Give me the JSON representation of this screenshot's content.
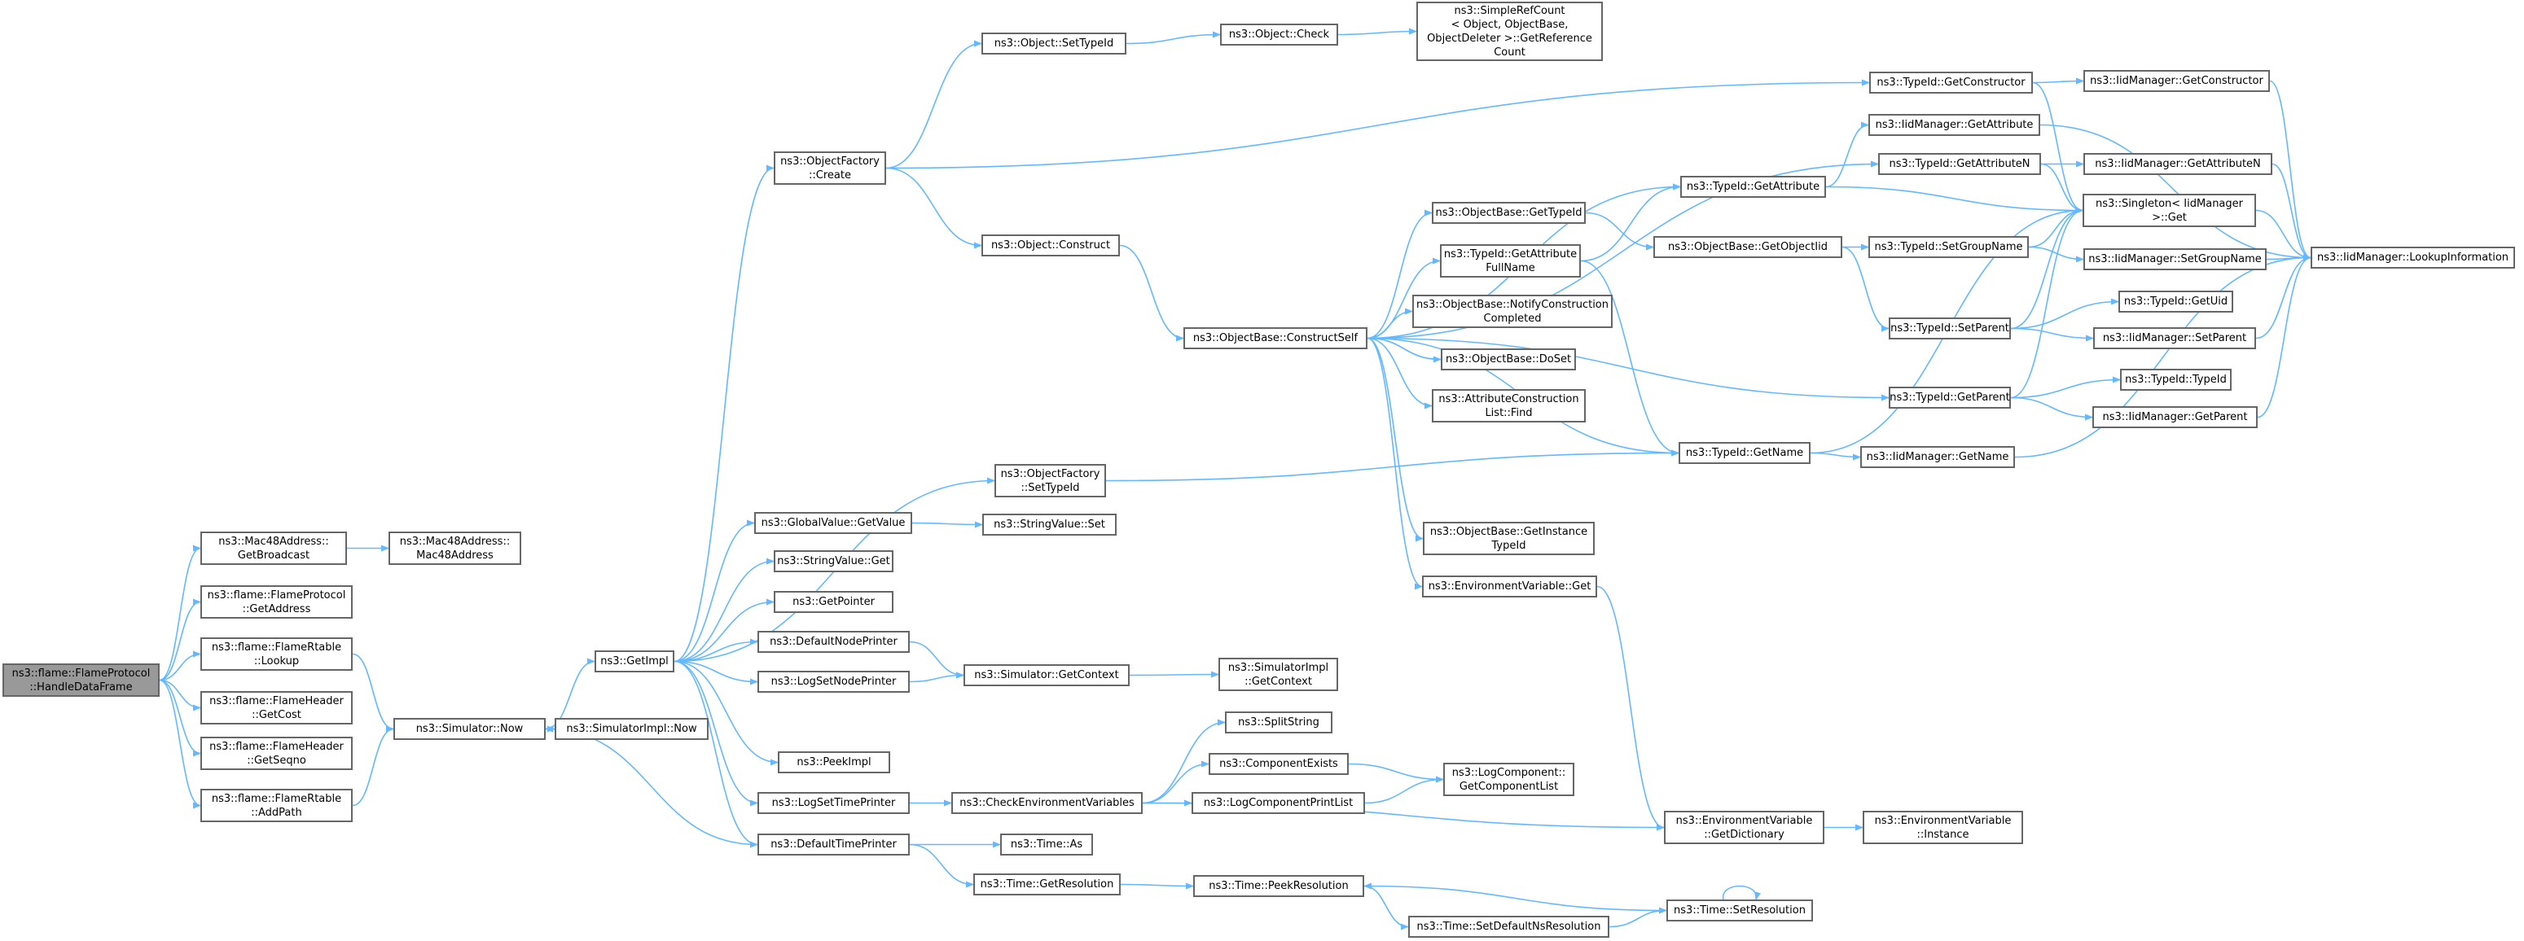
{
  "graph": {
    "edge_color": "#63b8ff",
    "node_border_color": "#666666",
    "root_fill_color": "#999999",
    "nodes": [
      {
        "id": "root",
        "lines": [
          "ns3::flame::FlameProtocol",
          "::HandleDataFrame"
        ]
      },
      {
        "id": "mac_getbroadcast",
        "lines": [
          "ns3::Mac48Address::",
          "GetBroadcast"
        ]
      },
      {
        "id": "mac_ctor",
        "lines": [
          "ns3::Mac48Address::",
          "Mac48Address"
        ]
      },
      {
        "id": "fp_getaddress",
        "lines": [
          "ns3::flame::FlameProtocol",
          "::GetAddress"
        ]
      },
      {
        "id": "frt_lookup",
        "lines": [
          "ns3::flame::FlameRtable",
          "::Lookup"
        ]
      },
      {
        "id": "fh_getcost",
        "lines": [
          "ns3::flame::FlameHeader",
          "::GetCost"
        ]
      },
      {
        "id": "fh_getseqno",
        "lines": [
          "ns3::flame::FlameHeader",
          "::GetSeqno"
        ]
      },
      {
        "id": "frt_addpath",
        "lines": [
          "ns3::flame::FlameRtable",
          "::AddPath"
        ]
      },
      {
        "id": "sim_now",
        "lines": [
          "ns3::Simulator::Now"
        ]
      },
      {
        "id": "simimpl_now",
        "lines": [
          "ns3::SimulatorImpl::Now"
        ]
      },
      {
        "id": "getimpl",
        "lines": [
          "ns3::GetImpl"
        ]
      },
      {
        "id": "of_create",
        "lines": [
          "ns3::ObjectFactory",
          "::Create"
        ]
      },
      {
        "id": "obj_settypeid",
        "lines": [
          "ns3::Object::SetTypeId"
        ]
      },
      {
        "id": "obj_check",
        "lines": [
          "ns3::Object::Check"
        ]
      },
      {
        "id": "srefcount",
        "lines": [
          "ns3::SimpleRefCount",
          "< Object, ObjectBase,",
          " ObjectDeleter >::GetReference",
          "Count"
        ]
      },
      {
        "id": "obj_construct",
        "lines": [
          "ns3::Object::Construct"
        ]
      },
      {
        "id": "ob_constructself",
        "lines": [
          "ns3::ObjectBase::ConstructSelf"
        ]
      },
      {
        "id": "ob_gettypeid",
        "lines": [
          "ns3::ObjectBase::GetTypeId"
        ]
      },
      {
        "id": "tid_getattrfullname",
        "lines": [
          "ns3::TypeId::GetAttribute",
          "FullName"
        ]
      },
      {
        "id": "ob_notifyconstruction",
        "lines": [
          "ns3::ObjectBase::NotifyConstruction",
          "Completed"
        ]
      },
      {
        "id": "ob_doset",
        "lines": [
          "ns3::ObjectBase::DoSet"
        ]
      },
      {
        "id": "acl_find",
        "lines": [
          "ns3::AttributeConstruction",
          "List::Find"
        ]
      },
      {
        "id": "ob_getinstancetypeid",
        "lines": [
          "ns3::ObjectBase::GetInstance",
          "TypeId"
        ]
      },
      {
        "id": "envvar_get",
        "lines": [
          "ns3::EnvironmentVariable::Get"
        ]
      },
      {
        "id": "tid_getconstructor",
        "lines": [
          "ns3::TypeId::GetConstructor"
        ]
      },
      {
        "id": "iid_getconstructor",
        "lines": [
          "ns3::IidManager::GetConstructor"
        ]
      },
      {
        "id": "iid_getattribute",
        "lines": [
          "ns3::IidManager::GetAttribute"
        ]
      },
      {
        "id": "tid_getattributen",
        "lines": [
          "ns3::TypeId::GetAttributeN"
        ]
      },
      {
        "id": "iid_getattributen",
        "lines": [
          "ns3::IidManager::GetAttributeN"
        ]
      },
      {
        "id": "tid_getattribute",
        "lines": [
          "ns3::TypeId::GetAttribute"
        ]
      },
      {
        "id": "singleton_get",
        "lines": [
          "ns3::Singleton< IidManager",
          " >::Get"
        ]
      },
      {
        "id": "ob_getobjectiid",
        "lines": [
          "ns3::ObjectBase::GetObjectIid"
        ]
      },
      {
        "id": "tid_setgroupname",
        "lines": [
          "ns3::TypeId::SetGroupName"
        ]
      },
      {
        "id": "iid_setgroupname",
        "lines": [
          "ns3::IidManager::SetGroupName"
        ]
      },
      {
        "id": "iid_lookupinfo",
        "lines": [
          "ns3::IidManager::LookupInformation"
        ]
      },
      {
        "id": "tid_setparent",
        "lines": [
          "ns3::TypeId::SetParent"
        ]
      },
      {
        "id": "tid_getuid",
        "lines": [
          "ns3::TypeId::GetUid"
        ]
      },
      {
        "id": "iid_setparent",
        "lines": [
          "ns3::IidManager::SetParent"
        ]
      },
      {
        "id": "tid_getparent",
        "lines": [
          "ns3::TypeId::GetParent"
        ]
      },
      {
        "id": "tid_typeid",
        "lines": [
          "ns3::TypeId::TypeId"
        ]
      },
      {
        "id": "iid_getparent",
        "lines": [
          "ns3::IidManager::GetParent"
        ]
      },
      {
        "id": "tid_getname",
        "lines": [
          "ns3::TypeId::GetName"
        ]
      },
      {
        "id": "iid_getname",
        "lines": [
          "ns3::IidManager::GetName"
        ]
      },
      {
        "id": "of_settypeid",
        "lines": [
          "ns3::ObjectFactory",
          "::SetTypeId"
        ]
      },
      {
        "id": "gv_getvalue",
        "lines": [
          "ns3::GlobalValue::GetValue"
        ]
      },
      {
        "id": "sv_set",
        "lines": [
          "ns3::StringValue::Set"
        ]
      },
      {
        "id": "sv_get",
        "lines": [
          "ns3::StringValue::Get"
        ]
      },
      {
        "id": "getpointer",
        "lines": [
          "ns3::GetPointer"
        ]
      },
      {
        "id": "defaultnodeprinter",
        "lines": [
          "ns3::DefaultNodePrinter"
        ]
      },
      {
        "id": "logsetnodeprinter",
        "lines": [
          "ns3::LogSetNodePrinter"
        ]
      },
      {
        "id": "sim_getcontext",
        "lines": [
          "ns3::Simulator::GetContext"
        ]
      },
      {
        "id": "simimpl_getcontext",
        "lines": [
          "ns3::SimulatorImpl",
          "::GetContext"
        ]
      },
      {
        "id": "peekimpl",
        "lines": [
          "ns3::PeekImpl"
        ]
      },
      {
        "id": "logsettimeprinter",
        "lines": [
          "ns3::LogSetTimePrinter"
        ]
      },
      {
        "id": "checkenvvars",
        "lines": [
          "ns3::CheckEnvironmentVariables"
        ]
      },
      {
        "id": "splitstring",
        "lines": [
          "ns3::SplitString"
        ]
      },
      {
        "id": "componentexists",
        "lines": [
          "ns3::ComponentExists"
        ]
      },
      {
        "id": "logcomponentprintlist",
        "lines": [
          "ns3::LogComponentPrintList"
        ]
      },
      {
        "id": "logcomp_getlist",
        "lines": [
          "ns3::LogComponent::",
          "GetComponentList"
        ]
      },
      {
        "id": "envvar_getdict",
        "lines": [
          "ns3::EnvironmentVariable",
          "::GetDictionary"
        ]
      },
      {
        "id": "envvar_instance",
        "lines": [
          "ns3::EnvironmentVariable",
          "::Instance"
        ]
      },
      {
        "id": "defaulttimeprinter",
        "lines": [
          "ns3::DefaultTimePrinter"
        ]
      },
      {
        "id": "time_as",
        "lines": [
          "ns3::Time::As"
        ]
      },
      {
        "id": "time_getresolution",
        "lines": [
          "ns3::Time::GetResolution"
        ]
      },
      {
        "id": "time_peekresolution",
        "lines": [
          "ns3::Time::PeekResolution"
        ]
      },
      {
        "id": "time_setresolution",
        "lines": [
          "ns3::Time::SetResolution"
        ]
      },
      {
        "id": "time_setdefaultns",
        "lines": [
          "ns3::Time::SetDefaultNsResolution"
        ]
      }
    ]
  }
}
